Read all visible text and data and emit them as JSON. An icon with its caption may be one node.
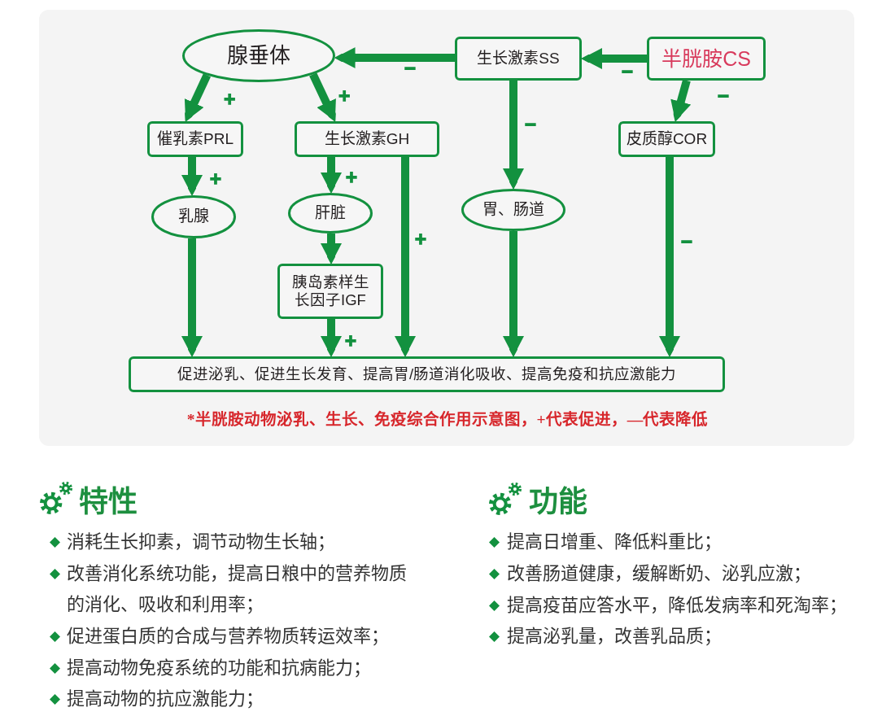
{
  "diagram": {
    "caption": "*半胱胺动物泌乳、生长、免疫综合作用示意图，+代表促进，—代表降低",
    "nodes": [
      {
        "text": [
          "腺垂体"
        ]
      },
      {
        "text": [
          "生长激素SS"
        ]
      },
      {
        "text": [
          "半胱胺CS"
        ]
      },
      {
        "text": [
          "催乳素PRL"
        ]
      },
      {
        "text": [
          "生长激素GH"
        ]
      },
      {
        "text": [
          "皮质醇COR"
        ]
      },
      {
        "text": [
          "乳腺"
        ]
      },
      {
        "text": [
          "肝脏"
        ]
      },
      {
        "text": [
          "胃、肠道"
        ]
      },
      {
        "text": [
          "胰岛素样生长因子IGF"
        ]
      },
      {
        "text": [
          "促进泌乳、促进生长发育、提高胃/肠道消化吸收、提高免疫和抗应激能力"
        ]
      }
    ],
    "edges": [
      {
        "from": 1,
        "to": 0,
        "arrow": "to",
        "label": "−"
      },
      {
        "from": 2,
        "to": 1,
        "arrow": "to",
        "label": "−"
      },
      {
        "from": 0,
        "to": 3,
        "arrow": "to",
        "label": "+"
      },
      {
        "from": 0,
        "to": 4,
        "arrow": "to",
        "label": "+"
      },
      {
        "from": 2,
        "to": 5,
        "arrow": "to",
        "label": "−"
      },
      {
        "from": 1,
        "to": 8,
        "arrow": "to",
        "label": "−"
      },
      {
        "from": 3,
        "to": 6,
        "arrow": "to",
        "label": "+"
      },
      {
        "from": 4,
        "to": 7,
        "arrow": "to",
        "label": "+"
      },
      {
        "from": 4,
        "to": 10,
        "arrow": "to",
        "label": "+"
      },
      {
        "from": 5,
        "to": 10,
        "arrow": "to",
        "label": "−"
      },
      {
        "from": 6,
        "to": 10,
        "arrow": "to"
      },
      {
        "from": 7,
        "to": 9,
        "arrow": "to"
      },
      {
        "from": 9,
        "to": 10,
        "arrow": "to",
        "label": "+"
      },
      {
        "from": 8,
        "to": 10,
        "arrow": "to"
      }
    ],
    "labels": [
      "特性",
      "消耗生长抑素，调节动物生长轴；",
      "改善消化系统功能，提高日粮中的营养物质的消化、吸收和利用率；",
      "促进蛋白质的合成与营养物质转运效率；",
      "提高动物免疫系统的功能和抗病能力；",
      "提高动物的抗应激能力；",
      "功能",
      "提高日增重、降低料重比；",
      "改善肠道健康，缓解断奶、泌乳应激；",
      "提高疫苗应答水平，降低发病率和死淘率；",
      "提高泌乳量，改善乳品质；"
    ]
  }
}
